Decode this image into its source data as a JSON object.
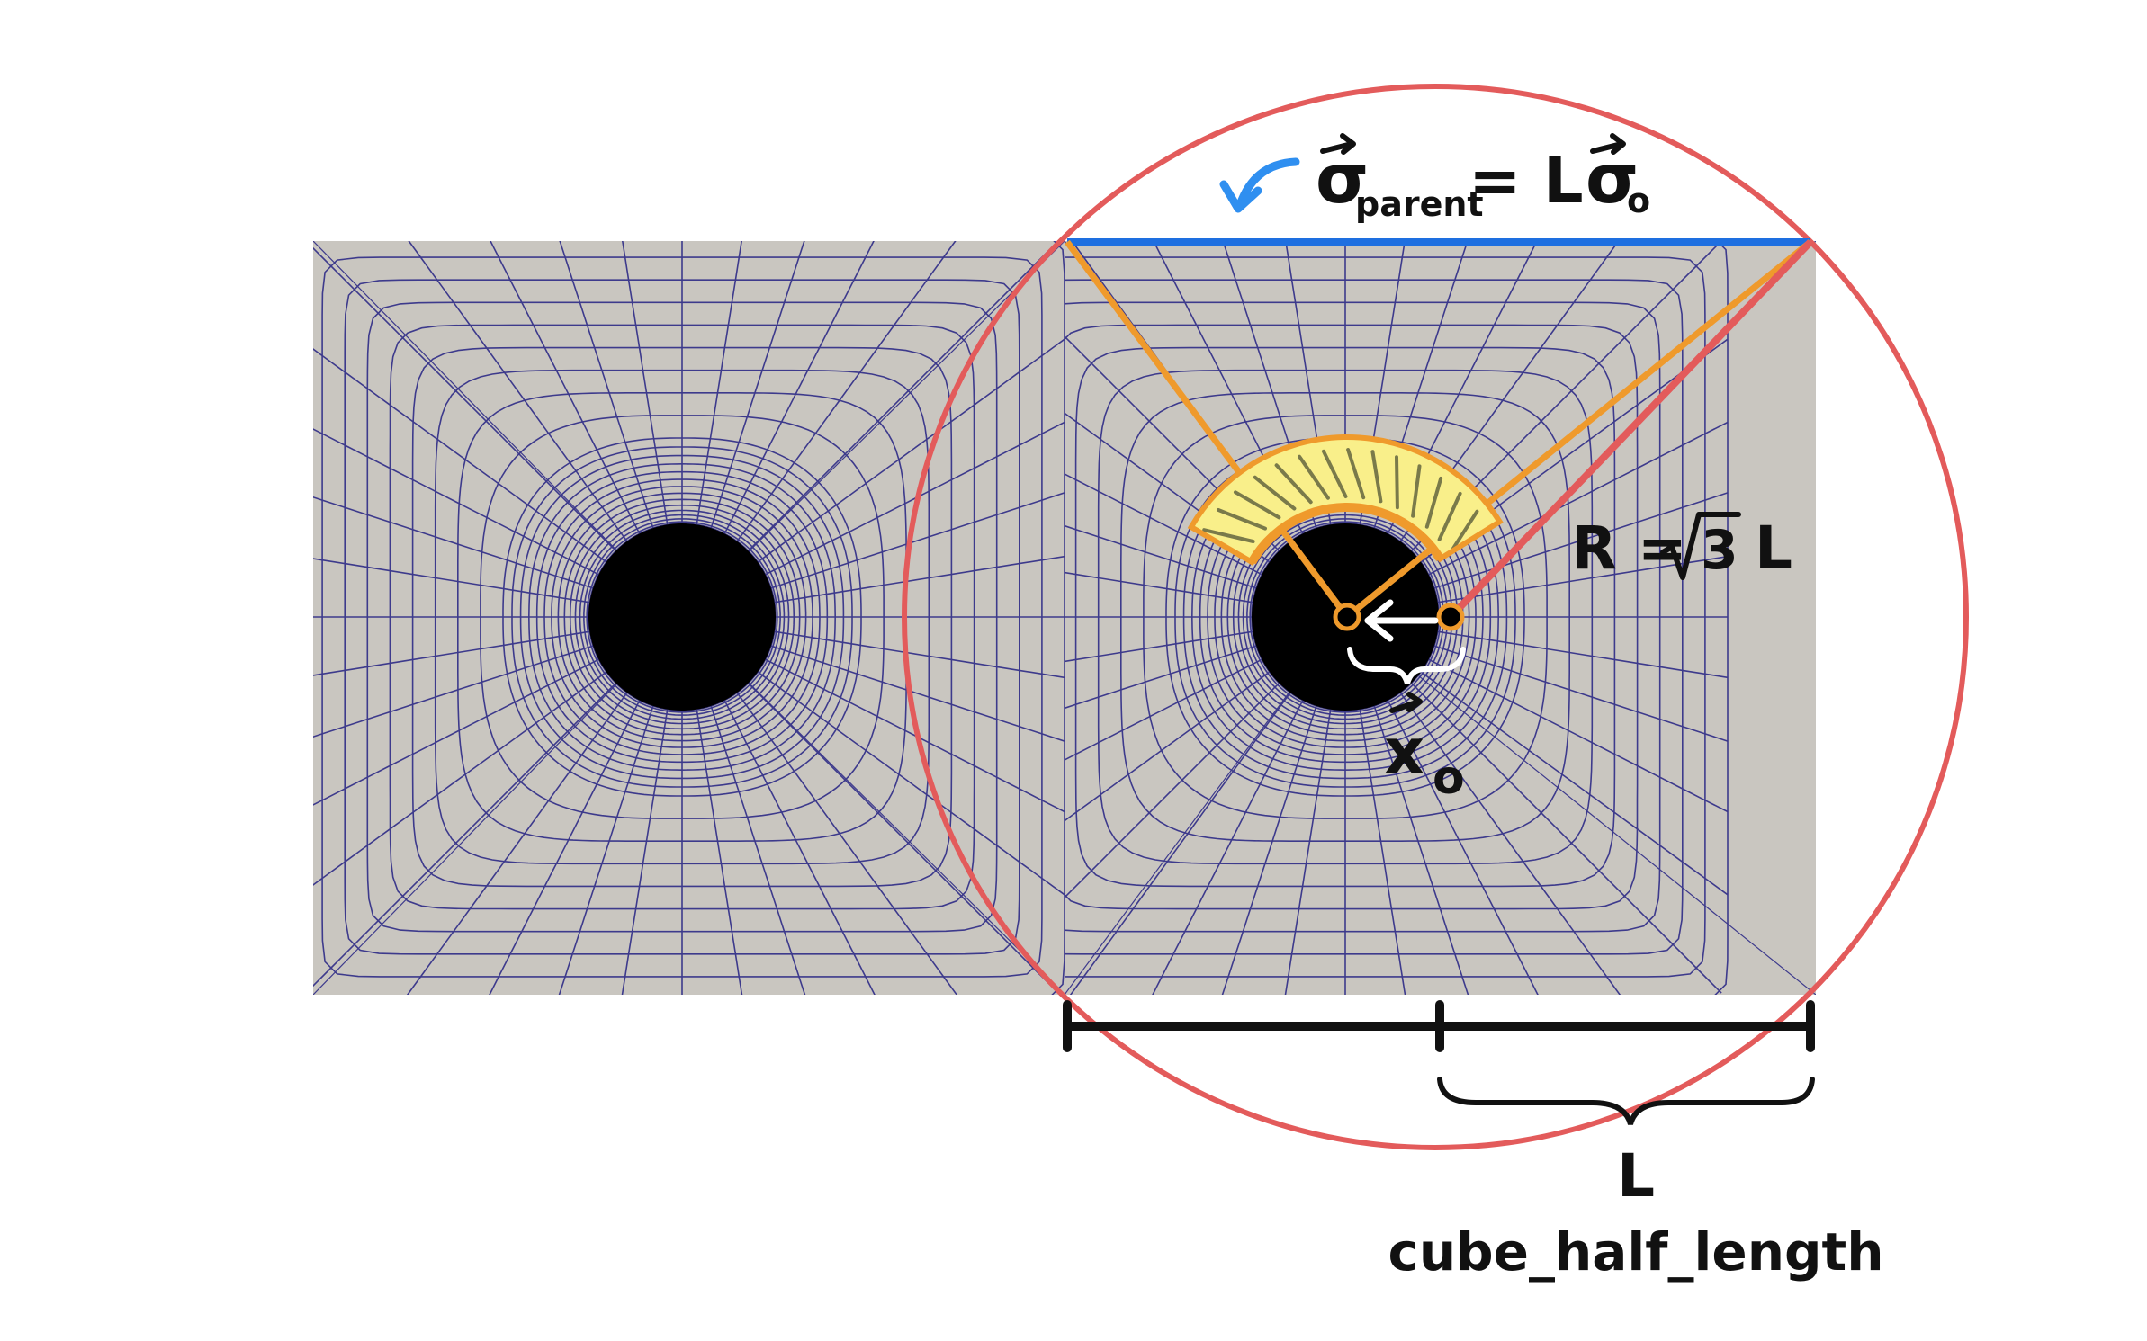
{
  "labels": {
    "sigma_symbol": "σ",
    "parent_sub": "parent",
    "equals_L": "= L",
    "sigma0_symbol": "σ",
    "sigma0_sub": "o",
    "radius": "R =",
    "radius_sqrt_arg": "3",
    "radius_L": "L",
    "x_symbol": "x",
    "x_sub": "o",
    "half_length_L": "L",
    "half_length_name": "cube_half_length"
  },
  "colors": {
    "background": "#ffffff",
    "mesh_fill": "#c9c6c0",
    "mesh_line": "#3d3a8c",
    "hole": "#000000",
    "circle": "#e35b5b",
    "parent_line": "#1e6fe0",
    "blue_arrow": "#2f8ff0",
    "cone": "#ef9a2c",
    "arc_fill": "#f9ef8a",
    "ink": "#111111"
  }
}
